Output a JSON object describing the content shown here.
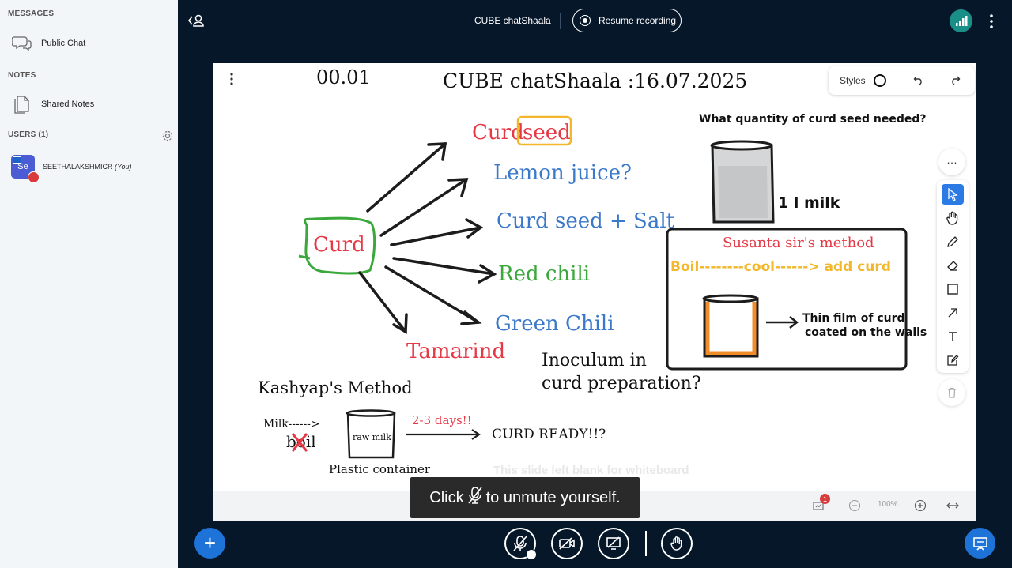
{
  "sidebar": {
    "messages_title": "MESSAGES",
    "public_chat": "Public Chat",
    "notes_title": "NOTES",
    "shared_notes": "Shared Notes",
    "users_title": "USERS (1)",
    "user": {
      "initials": "Se",
      "name": "SEETHALAKSHMICR",
      "you_label": "(You)"
    }
  },
  "topbar": {
    "meeting_title": "CUBE chatShaala",
    "record_label": "Resume recording"
  },
  "whiteboard": {
    "page_number": "00.01",
    "title": "CUBE chatShaala :16.07.2025",
    "styles_label": "Styles",
    "center_word": "Curd",
    "items": {
      "curd_seed_a": "Curd",
      "curd_seed_b": "seed",
      "lemon": "Lemon juice?",
      "curd_salt": "Curd seed + Salt",
      "red_chili": "Red chili",
      "green_chili": "Green Chili",
      "tamarind": "Tamarind"
    },
    "question_quantity": "What quantity of curd seed needed?",
    "milk_label": "1 l milk",
    "susanta_title": "Susanta sir's method",
    "susanta_steps": "Boil--------cool------> add curd",
    "thin_film_line1": "Thin film of curd",
    "thin_film_line2": "coated on the walls",
    "inoculum_line1": "Inoculum in",
    "inoculum_line2": "curd preparation?",
    "kashyap_title": "Kashyap's Method",
    "milk_arrow": "Milk------>",
    "boil_word": "boil",
    "raw_milk": "raw milk",
    "days_label": "2-3 days!!",
    "curd_ready": "CURD READY!!?",
    "plastic_container": "Plastic container",
    "blank_notice": "This slide left blank for whiteboard",
    "zoom": "100%",
    "notification_count": "1"
  },
  "tooltip": {
    "prefix": "Click",
    "suffix": "to unmute yourself."
  },
  "colors": {
    "red": "#e63946",
    "blue": "#3a78c9",
    "green": "#3aa83a",
    "orange_yellow": "#f2b72a",
    "accent": "#1e73d8"
  }
}
